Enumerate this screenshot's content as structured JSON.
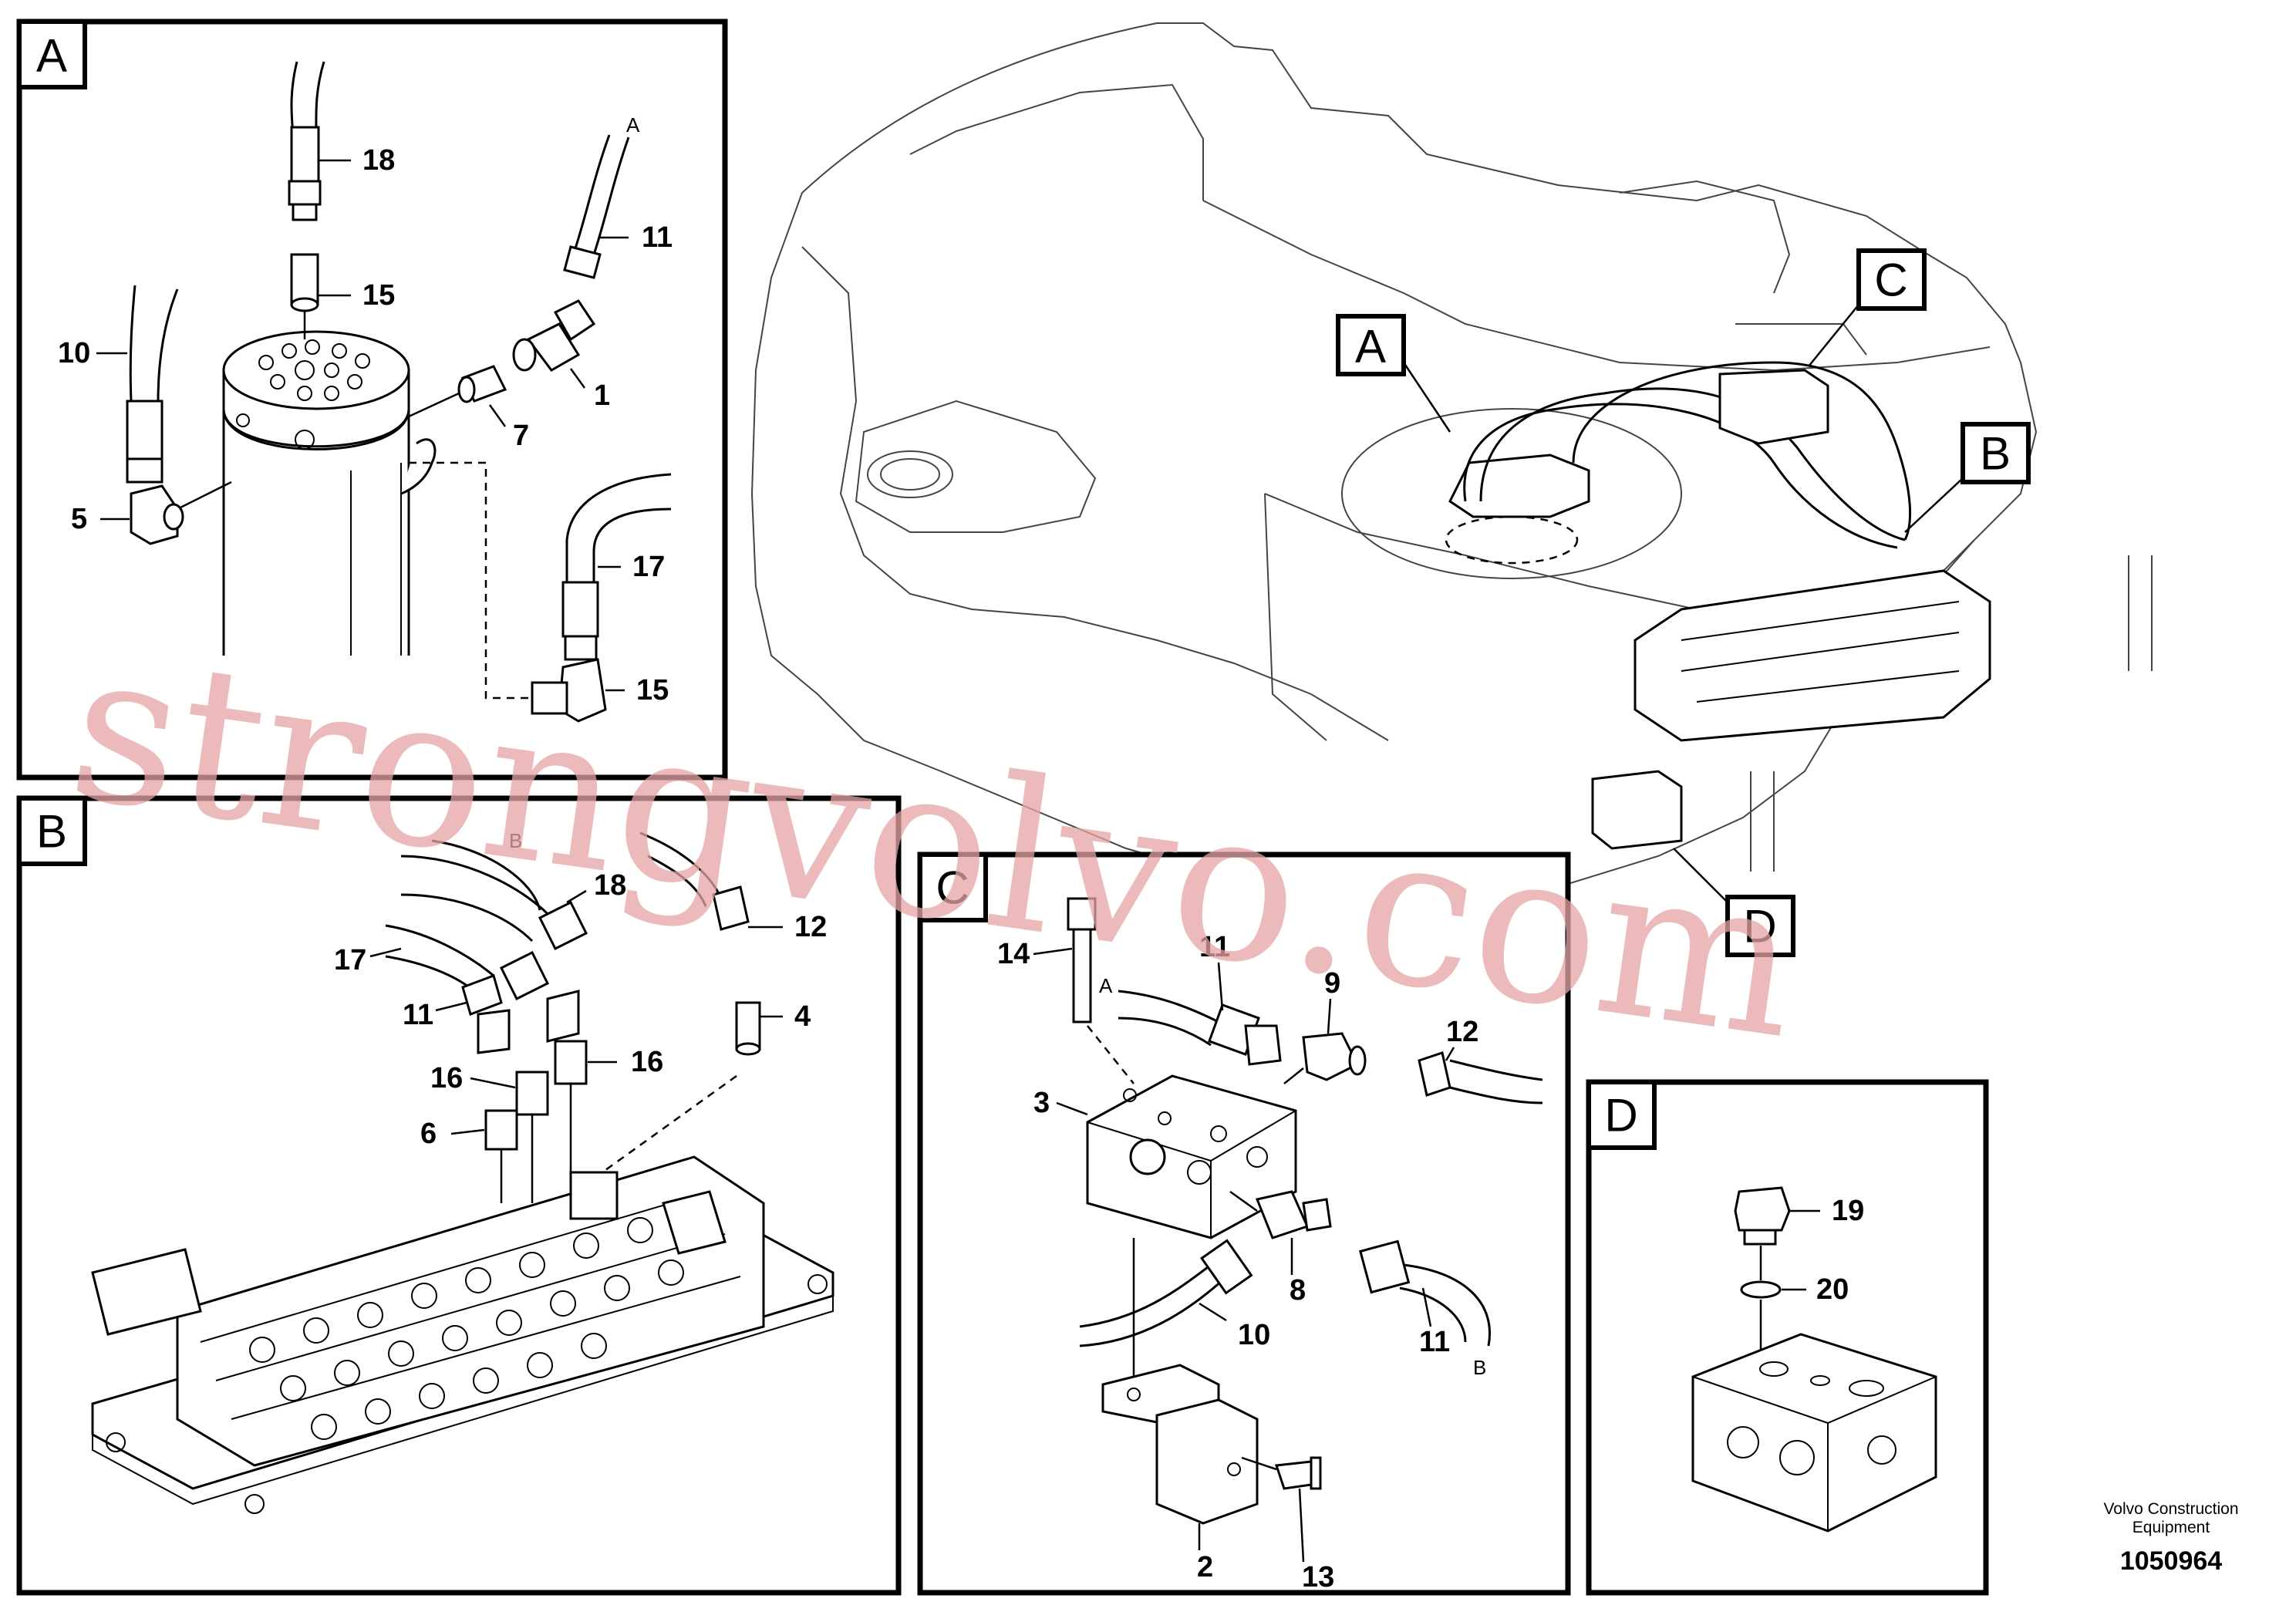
{
  "overview": {
    "views": [
      "A",
      "B",
      "C",
      "D"
    ]
  },
  "panels": {
    "A": {
      "badge": "A",
      "callouts": [
        "18",
        "A",
        "11",
        "15",
        "10",
        "1",
        "7",
        "5",
        "17",
        "15"
      ]
    },
    "B": {
      "badge": "B",
      "callouts": [
        "B",
        "18",
        "12",
        "17",
        "11",
        "4",
        "16",
        "16",
        "6"
      ]
    },
    "C": {
      "badge": "C",
      "callouts": [
        "14",
        "11",
        "A",
        "9",
        "12",
        "3",
        "8",
        "10",
        "11",
        "B",
        "2",
        "13"
      ]
    },
    "D": {
      "badge": "D",
      "callouts": [
        "19",
        "20"
      ]
    }
  },
  "footer": {
    "company_line1": "Volvo Construction",
    "company_line2": "Equipment",
    "drawing_number": "1050964"
  },
  "watermark": "strongvolvo.com"
}
